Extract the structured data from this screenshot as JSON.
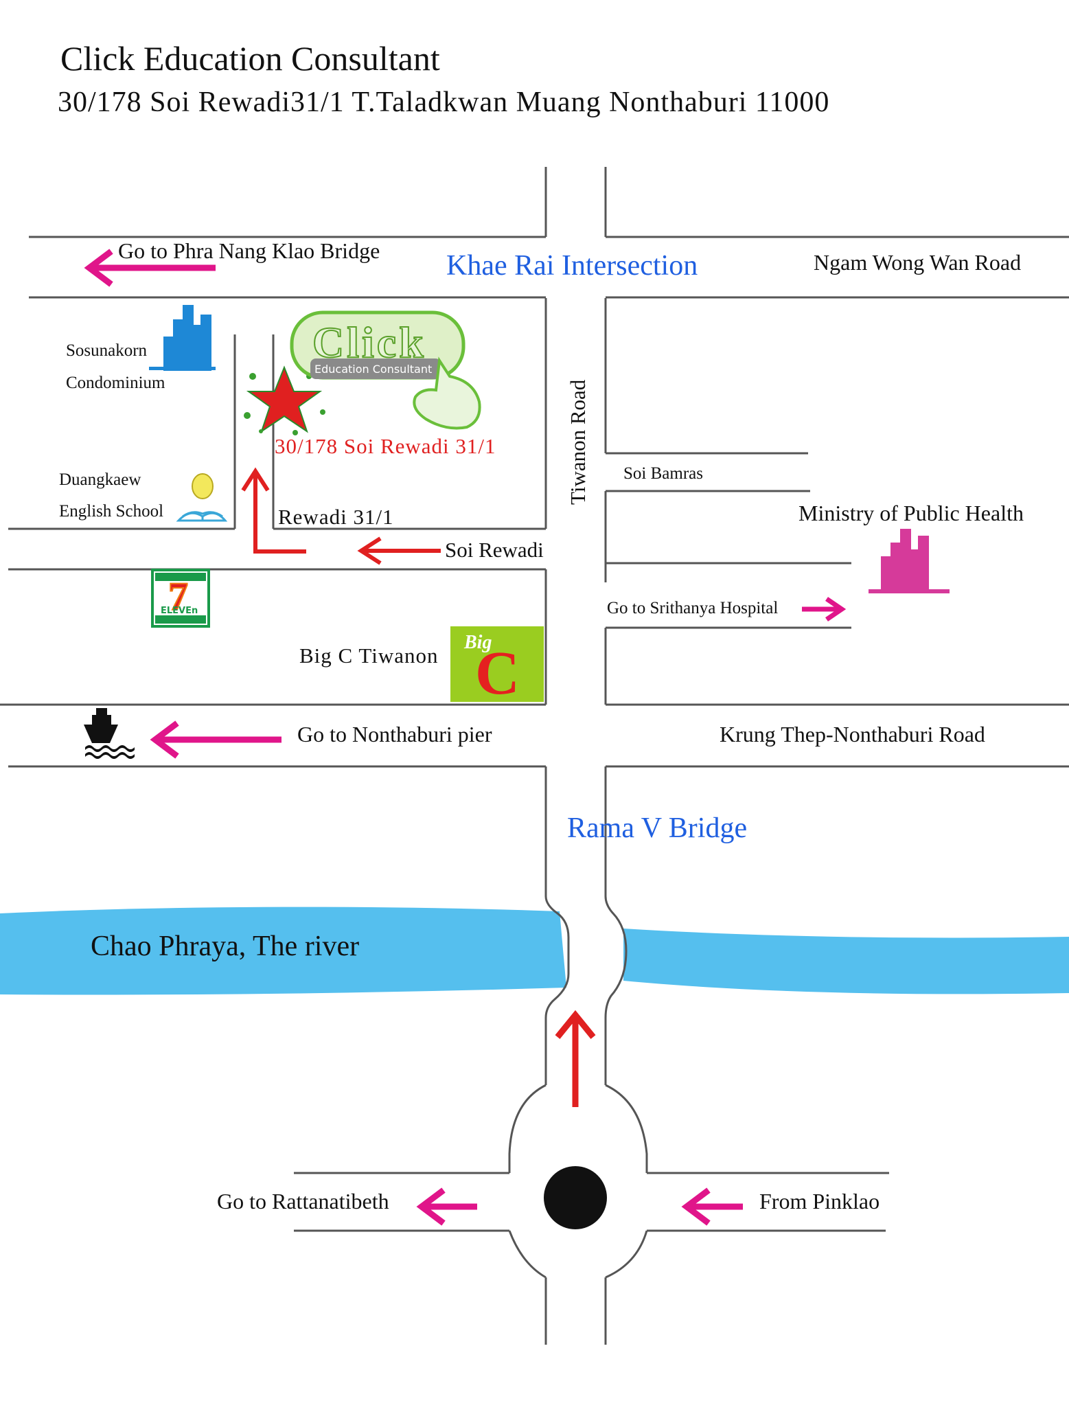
{
  "header": {
    "title": "Click Education Consultant",
    "address": "30/178 Soi Rewadi31/1 T.Taladkwan Muang Nonthaburi 11000"
  },
  "labels": {
    "phra_nang_klao": "Go to Phra Nang Klao Bridge",
    "khae_rai": "Khae Rai Intersection",
    "ngam_wong_wan": "Ngam Wong Wan Road",
    "sosunakorn_1": "Sosunakorn",
    "sosunakorn_2": "Condominium",
    "office_address": "30/178 Soi Rewadi 31/1",
    "duangkaew_1": "Duangkaew",
    "duangkaew_2": "English School",
    "rewadi_31_1": "Rewadi 31/1",
    "soi_rewadi": "Soi Rewadi",
    "tiwanon_road": "Tiwanon Road",
    "soi_bamras": "Soi Bamras",
    "ministry": "Ministry of Public Health",
    "srithanya": "Go to Srithanya Hospital",
    "big_c_tiwanon": "Big C Tiwanon",
    "nonthaburi_pier": "Go to Nonthaburi pier",
    "krung_thep_nonthaburi": "Krung Thep-Nonthaburi Road",
    "rama_v": "Rama V Bridge",
    "river": "Chao Phraya, The river",
    "rattanatibeth": "Go to Rattanatibeth",
    "pinklao": "From Pinklao"
  },
  "logos": {
    "click_word": "Click",
    "click_tagline": "Education Consultant",
    "seven_eleven_number": "7",
    "seven_eleven_word": "ELEVEn",
    "big_c_word": "Big",
    "big_c_letter": "C"
  },
  "icons": {
    "office_marker": "star-icon",
    "condo": "building-icon",
    "school": "book-icon",
    "ministry": "building-icon",
    "pier": "ship-icon",
    "roundabout": "circle-icon"
  },
  "colors": {
    "highlight_blue": "#1f5fe0",
    "marker_red": "#e02020",
    "arrow_red": "#e02020",
    "arrow_magenta": "#e0158a",
    "river_blue": "#55bfee",
    "building_blue": "#1e88d6",
    "building_pink": "#d63a9a",
    "click_green": "#6abf3a",
    "bigc_green": "#9acd20",
    "bigc_red": "#e52020",
    "seven_green": "#1a9a4a",
    "seven_orange": "#f07a10"
  }
}
